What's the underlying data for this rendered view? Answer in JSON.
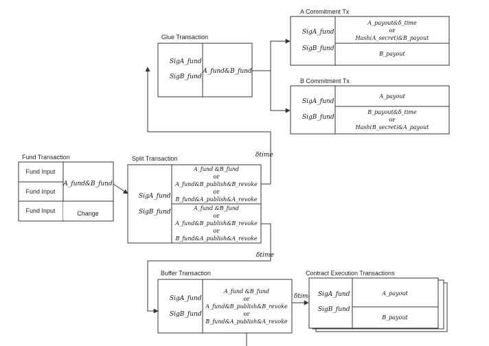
{
  "glue": {
    "title": "Glue Transaction",
    "sig_a": "SigA_fund",
    "sig_b": "SigB_fund",
    "output": "A_fund&B_fund"
  },
  "a_commitment": {
    "title": "A Commitment Tx",
    "sig_a": "SigA_fund",
    "sig_b": "SigB_fund",
    "out1_line1": "A_payout&δ_time",
    "out1_line2": "or",
    "out1_line3": "Hash(A_secret)&B_payout",
    "out2": "B_payout"
  },
  "b_commitment": {
    "title": "B Commitment Tx",
    "sig_a": "SigA_fund",
    "sig_b": "SigB_fund",
    "out1": "A_payout",
    "out2_line1": "B_payout&δ_time",
    "out2_line2": "or",
    "out2_line3": "Hash(B_secret)&A_payout"
  },
  "fund": {
    "title": "Fund Transaction",
    "inputs": [
      "Fund Input",
      "Fund Input",
      "Fund Input"
    ],
    "output": "A_fund&B_fund",
    "change": "Change"
  },
  "split": {
    "title": "Split Transaction",
    "sig_a": "SigA_fund",
    "sig_b": "SigB_fund",
    "out1": [
      "A_fund &B_fund",
      "or",
      "A_fund&B_publish&B_revoke",
      "or",
      "B_fund&A_publish&A_revoke"
    ],
    "out2": [
      "A_fund &B_fund",
      "or",
      "A_fund&B_publish&B_revoke",
      "or",
      "B_fund&A_publish&A_revoke"
    ]
  },
  "buffer": {
    "title": "Buffer Transaction",
    "sig_a": "SigA_fund",
    "sig_b": "SigB_fund",
    "out": [
      "A_fund &B_fund",
      "or",
      "A_fund&B_publish&B_revoke",
      "or",
      "B_fund&A_publish&A_revoke"
    ]
  },
  "contract": {
    "title": "Contract Execution Transactions",
    "sig_a": "SigA_fund",
    "sig_b": "SigB_fund",
    "out1": "A_payout",
    "out2": "B_payout"
  },
  "delays": {
    "split_to_glue": "δtime",
    "split_to_buffer": "δtime",
    "buffer_to_contract": "δtime"
  }
}
